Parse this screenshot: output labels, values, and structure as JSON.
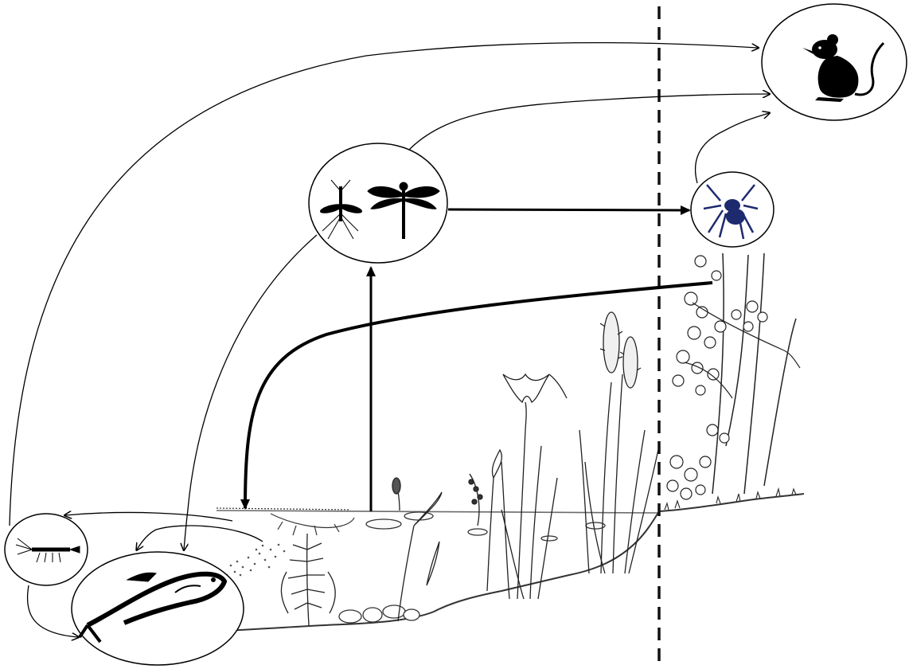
{
  "diagram": {
    "nodes": [
      {
        "id": "mouse",
        "icon": "mouse-icon"
      },
      {
        "id": "insects",
        "icon": "mosquito-icon",
        "icon2": "dragonfly-icon"
      },
      {
        "id": "spider",
        "icon": "spider-icon"
      },
      {
        "id": "shrimp",
        "icon": "shrimp-icon"
      },
      {
        "id": "fish",
        "icon": "fish-icon"
      }
    ],
    "edges": [
      {
        "from": "shrimp",
        "to": "mouse"
      },
      {
        "from": "insects",
        "to": "mouse"
      },
      {
        "from": "spider",
        "to": "mouse"
      },
      {
        "from": "insects",
        "to": "spider",
        "weight": "bold"
      },
      {
        "from": "insects",
        "to": "fish"
      },
      {
        "from": "aquatic-plants",
        "to": "insects",
        "weight": "bold"
      },
      {
        "from": "shore-plants",
        "to": "aquatic-plants",
        "weight": "bold"
      },
      {
        "from": "aquatic-plants",
        "to": "shrimp"
      },
      {
        "from": "aquatic-plants",
        "to": "fish"
      },
      {
        "from": "shrimp",
        "to": "fish"
      }
    ],
    "boundary": {
      "style": "dashed",
      "color": "#111111"
    },
    "colors": {
      "line": "#000000",
      "spider_body": "#1d2a6e",
      "water_line": "#6b6b6b",
      "plant_stroke": "#333333"
    }
  }
}
